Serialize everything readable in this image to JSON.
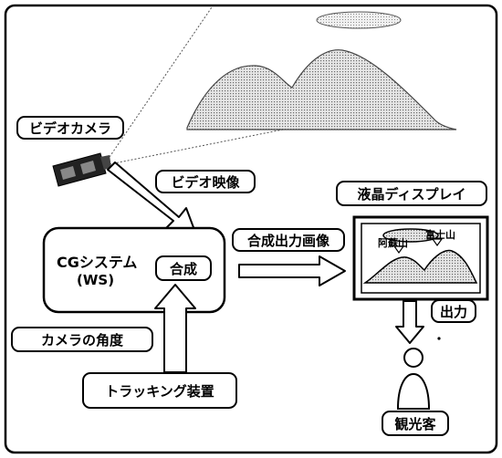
{
  "labels": {
    "video_camera": "ビデオカメラ",
    "video_image": "ビデオ映像",
    "cg_system_line1": "CGシステム",
    "cg_system_line2": "(WS)",
    "synthesis": "合成",
    "composite_output": "合成出力画像",
    "lcd_display": "液晶ディスプレイ",
    "aso_mountain": "阿蘇山",
    "fuji_mountain": "富士山",
    "output": "出力",
    "camera_angle": "カメラの角度",
    "tracking_device": "トラッキング装置",
    "tourist": "観光客"
  },
  "colors": {
    "stroke": "#000000",
    "background": "#ffffff",
    "mountain_fill": "#bdbdbd",
    "cloud_fill": "#cfcfcf"
  }
}
